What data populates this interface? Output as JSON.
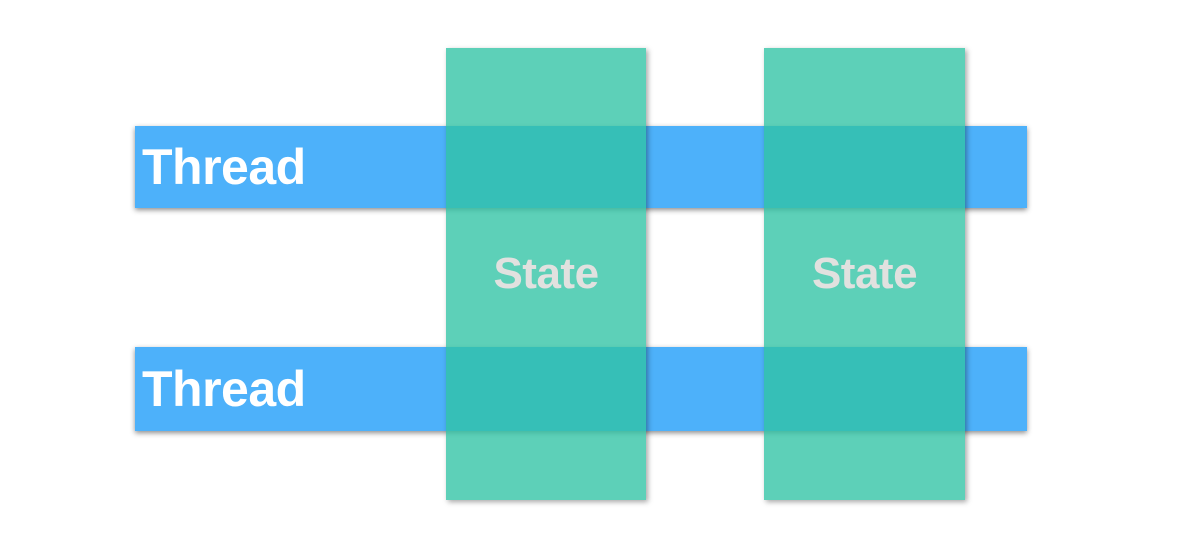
{
  "colors": {
    "background": "#ffffff",
    "thread_fill": "#4db1fa",
    "thread_text": "#ffffff",
    "state_fill": "rgba(47, 195, 164, 0.78)",
    "state_text": "#e1e1df"
  },
  "diagram": {
    "threads": [
      {
        "label": "Thread"
      },
      {
        "label": "Thread"
      }
    ],
    "states": [
      {
        "label": "State"
      },
      {
        "label": "State"
      }
    ]
  }
}
